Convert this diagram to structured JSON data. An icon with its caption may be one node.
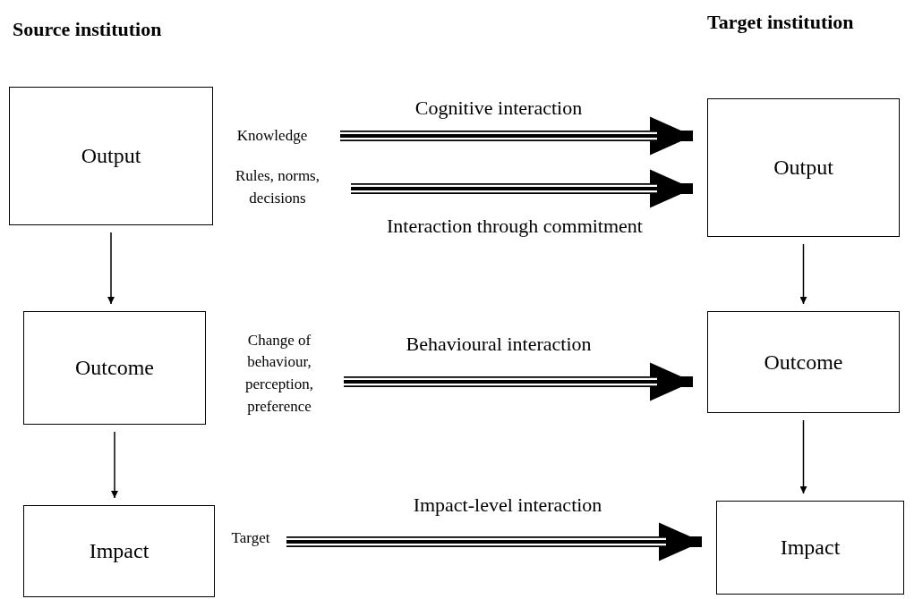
{
  "diagram": {
    "nodes": [
      {
        "text": [
          "Output"
        ]
      },
      {
        "text": [
          "Knowledge"
        ]
      },
      {
        "text": [
          "Rules, norms, decisions"
        ]
      },
      {
        "text": [
          "Output"
        ]
      },
      {
        "text": [
          "Outcome"
        ]
      },
      {
        "text": [
          "Change of behaviour, perception, preference"
        ]
      },
      {
        "text": [
          "Outcome"
        ]
      },
      {
        "text": [
          "Impact"
        ]
      },
      {
        "text": [
          "Target"
        ]
      },
      {
        "text": [
          "Impact"
        ]
      }
    ],
    "edges": [
      {
        "from": 1,
        "to": 3,
        "arrow": "to",
        "label": "Cognitive interaction",
        "style": "thick"
      },
      {
        "from": 2,
        "to": 3,
        "arrow": "to",
        "label": "Interaction through commitment",
        "style": "thick"
      },
      {
        "from": 5,
        "to": 6,
        "arrow": "to",
        "label": "Behavioural interaction",
        "style": "thick"
      },
      {
        "from": 8,
        "to": 9,
        "arrow": "to",
        "label": "Impact-level interaction",
        "style": "thick"
      },
      {
        "from": 0,
        "to": 4,
        "arrow": "to"
      },
      {
        "from": 4,
        "to": 7,
        "arrow": "to"
      },
      {
        "from": 3,
        "to": 6,
        "arrow": "to"
      },
      {
        "from": 6,
        "to": 9,
        "arrow": "to"
      }
    ],
    "labels": [
      "Source institution",
      "Target institution"
    ]
  }
}
